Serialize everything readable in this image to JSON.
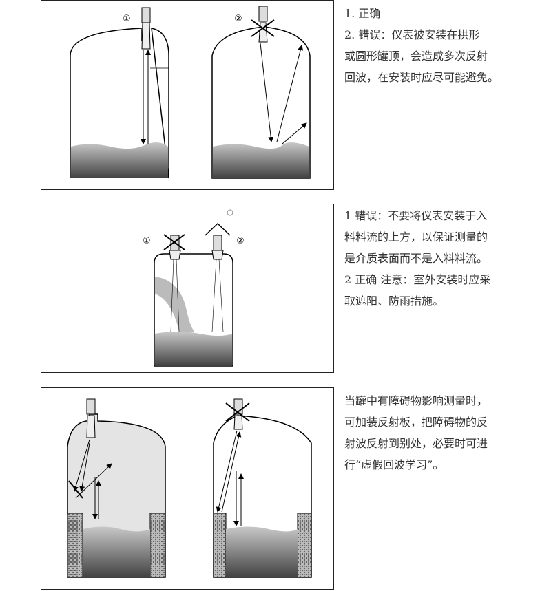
{
  "section1": {
    "labels": [
      "①",
      "②"
    ],
    "lines": [
      "1. 正确",
      "2. 错误：仪表被安装在拱形",
      "或圆形罐顶，会造成多次反射",
      "回波，在安装时应尽可能避免。"
    ]
  },
  "section2": {
    "labels": [
      "①",
      "②"
    ],
    "lines": [
      "1 错误：不要将仪表安装于入",
      "料料流的上方，以保证测量的",
      "是介质表面而不是入料料流。",
      "2 正确 注意：室外安装时应采",
      "取遮阳、防雨措施。"
    ]
  },
  "section3": {
    "lines": [
      "当罐中有障碍物影响测量时，",
      "可加装反射板，把障碍物的反",
      "射波反射到别处，必要时可进",
      "行“虚假回波学习”。"
    ]
  }
}
